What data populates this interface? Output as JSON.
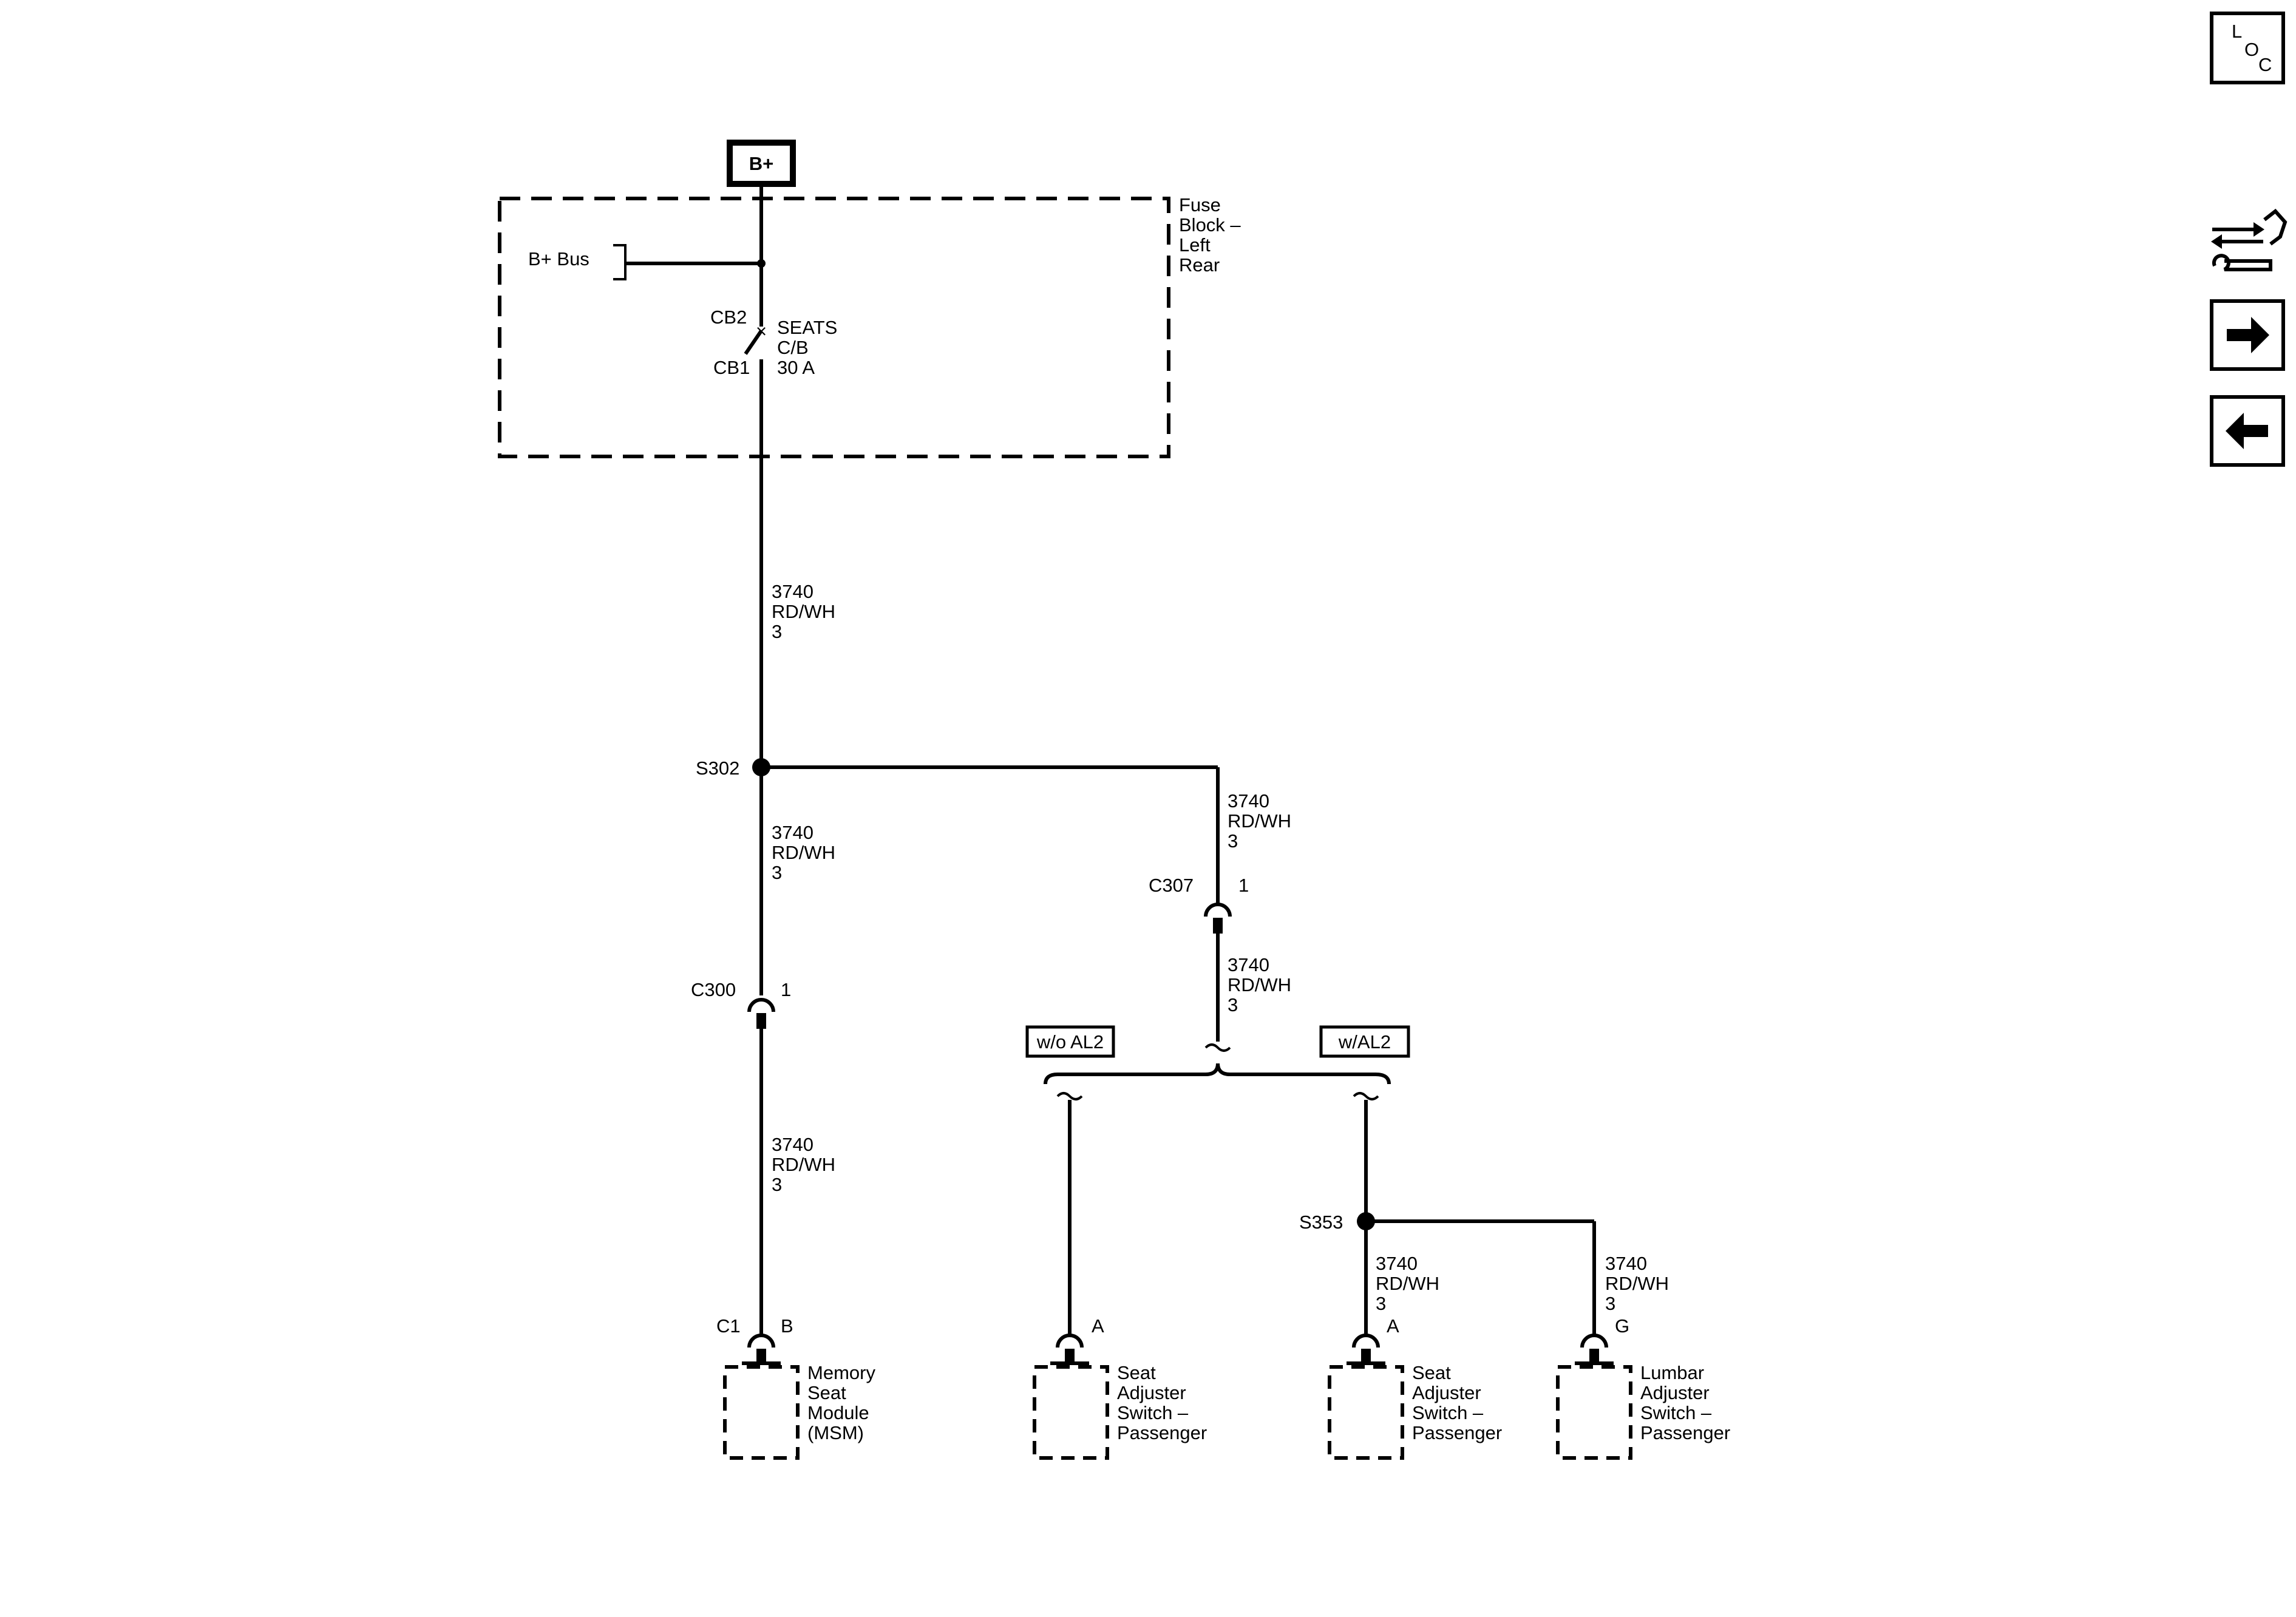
{
  "power": {
    "bplus": "B+",
    "bus_label": "B+ Bus"
  },
  "fuse_block": {
    "title_lines": [
      "Fuse",
      "Block –",
      "Left",
      "Rear"
    ]
  },
  "breaker": {
    "cb2": "CB2",
    "cb1": "CB1",
    "name_lines": [
      "SEATS",
      "C/B",
      "30 A"
    ]
  },
  "wire": {
    "circuit": "3740",
    "color": "RD/WH",
    "gauge": "3"
  },
  "splices": {
    "s302": "S302",
    "s353": "S353"
  },
  "connectors": {
    "c300": {
      "name": "C300",
      "pin": "1"
    },
    "c307": {
      "name": "C307",
      "pin": "1"
    },
    "c1": {
      "name": "C1",
      "pin": "B"
    },
    "sas1_pin": "A",
    "sas2_pin": "A",
    "lumbar_pin": "G"
  },
  "options": {
    "without": "w/o AL2",
    "with": "w/AL2"
  },
  "components": {
    "msm": [
      "Memory",
      "Seat",
      "Module",
      "(MSM)"
    ],
    "seat_switch_1": [
      "Seat",
      "Adjuster",
      "Switch –",
      "Passenger"
    ],
    "seat_switch_2": [
      "Seat",
      "Adjuster",
      "Switch –",
      "Passenger"
    ],
    "lumbar_switch": [
      "Lumbar",
      "Adjuster",
      "Switch –",
      "Passenger"
    ]
  },
  "nav": {
    "loc": {
      "l": "L",
      "o": "O",
      "c": "C"
    },
    "icons": [
      "connector-view-icon",
      "arrow-right-icon",
      "arrow-left-icon"
    ]
  }
}
